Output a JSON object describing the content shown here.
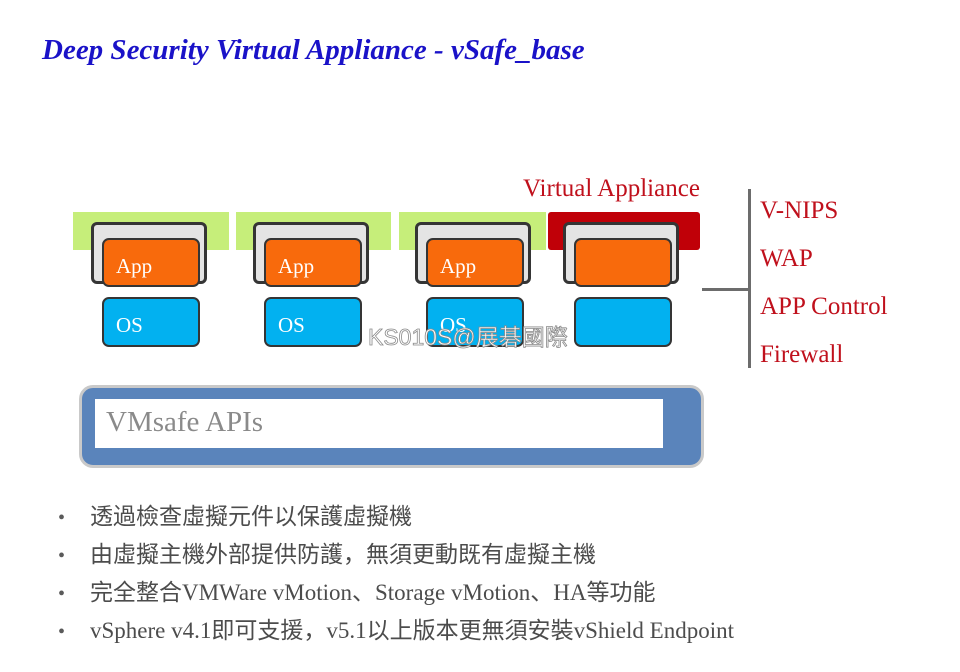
{
  "slide": {
    "title": "Deep Security Virtual Appliance - vSafe_base",
    "virtual_appliance_label": "Virtual Appliance",
    "vms": [
      {
        "app_label": "App",
        "os_label": "OS"
      },
      {
        "app_label": "App",
        "os_label": "OS"
      },
      {
        "app_label": "App",
        "os_label": "OS"
      },
      {
        "app_label": "",
        "os_label": ""
      }
    ],
    "watermark": "KS010S@展碁國際",
    "features": [
      "V-NIPS",
      "WAP",
      "APP Control",
      "Firewall"
    ],
    "api_label": "VMsafe APIs",
    "bullets": [
      "透過檢查虛擬元件以保護虛擬機",
      "由虛擬主機外部提供防護，無須更動既有虛擬主機",
      "完全整合VMWare vMotion、Storage vMotion、HA等功能",
      "vSphere v4.1即可支援，v5.1以上版本更無須安裝vShield Endpoint"
    ],
    "bullet_symbol": "•"
  },
  "colors": {
    "title": "#1a12c8",
    "appliance_red": "#c00008",
    "feature_text": "#c0101c",
    "app_orange": "#f86a0c",
    "os_blue": "#02b1f0",
    "vm_highlight_green": "#c6ee7a",
    "api_blue": "#5a84bb"
  }
}
